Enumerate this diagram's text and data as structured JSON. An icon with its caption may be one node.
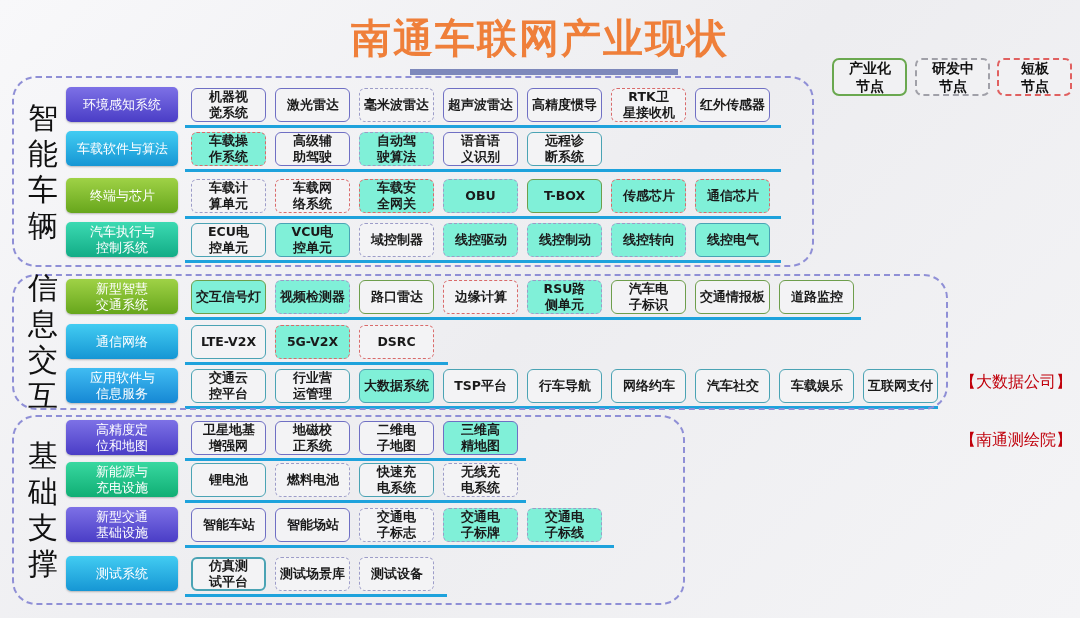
{
  "diagram": {
    "title": "南通车联网产业现状",
    "nodes": [
      {
        "text": [
          "智能车辆"
        ]
      },
      {
        "text": [
          "环境感知系统"
        ],
        "in": 0
      },
      {
        "text": [
          "机器视觉系统"
        ],
        "in": 0
      },
      {
        "text": [
          "激光雷达"
        ],
        "in": 0
      },
      {
        "text": [
          "毫米波雷达"
        ],
        "in": 0
      },
      {
        "text": [
          "超声波雷达"
        ],
        "in": 0
      },
      {
        "text": [
          "高精度惯导"
        ],
        "in": 0
      },
      {
        "text": [
          "RTK卫星接收机"
        ],
        "in": 0
      },
      {
        "text": [
          "红外传感器"
        ],
        "in": 0
      },
      {
        "text": [
          "车载软件与算法"
        ],
        "in": 0
      },
      {
        "text": [
          "车载操作系统"
        ],
        "in": 0
      },
      {
        "text": [
          "高级辅助驾驶"
        ],
        "in": 0
      },
      {
        "text": [
          "自动驾驶算法"
        ],
        "in": 0
      },
      {
        "text": [
          "语音语义识别"
        ],
        "in": 0
      },
      {
        "text": [
          "远程诊断系统"
        ],
        "in": 0
      },
      {
        "text": [
          "终端与芯片"
        ],
        "in": 0
      },
      {
        "text": [
          "车载计算单元"
        ],
        "in": 0
      },
      {
        "text": [
          "车载网络系统"
        ],
        "in": 0
      },
      {
        "text": [
          "车载安全网关"
        ],
        "in": 0
      },
      {
        "text": [
          "OBU"
        ],
        "in": 0
      },
      {
        "text": [
          "T-BOX"
        ],
        "in": 0
      },
      {
        "text": [
          "传感芯片"
        ],
        "in": 0
      },
      {
        "text": [
          "通信芯片"
        ],
        "in": 0
      },
      {
        "text": [
          "汽车执行与控制系统"
        ],
        "in": 0
      },
      {
        "text": [
          "ECU电控单元"
        ],
        "in": 0
      },
      {
        "text": [
          "VCU电控单元"
        ],
        "in": 0
      },
      {
        "text": [
          "域控制器"
        ],
        "in": 0
      },
      {
        "text": [
          "线控驱动"
        ],
        "in": 0
      },
      {
        "text": [
          "线控制动"
        ],
        "in": 0
      },
      {
        "text": [
          "线控转向"
        ],
        "in": 0
      },
      {
        "text": [
          "线控电气"
        ],
        "in": 0
      },
      {
        "text": [
          "信息交互"
        ]
      },
      {
        "text": [
          "新型智慧交通系统"
        ],
        "in": 31
      },
      {
        "text": [
          "交互信号灯"
        ],
        "in": 31
      },
      {
        "text": [
          "视频检测器"
        ],
        "in": 31
      },
      {
        "text": [
          "路口雷达"
        ],
        "in": 31
      },
      {
        "text": [
          "边缘计算"
        ],
        "in": 31
      },
      {
        "text": [
          "RSU路侧单元"
        ],
        "in": 31
      },
      {
        "text": [
          "汽车电子标识"
        ],
        "in": 31
      },
      {
        "text": [
          "交通情报板"
        ],
        "in": 31
      },
      {
        "text": [
          "道路监控"
        ],
        "in": 31
      },
      {
        "text": [
          "通信网络"
        ],
        "in": 31
      },
      {
        "text": [
          "LTE-V2X"
        ],
        "in": 31
      },
      {
        "text": [
          "5G-V2X"
        ],
        "in": 31
      },
      {
        "text": [
          "DSRC"
        ],
        "in": 31
      },
      {
        "text": [
          "应用软件与信息服务"
        ],
        "in": 31
      },
      {
        "text": [
          "交通云控平台"
        ],
        "in": 31
      },
      {
        "text": [
          "行业营运管理"
        ],
        "in": 31
      },
      {
        "text": [
          "大数据系统"
        ],
        "in": 31
      },
      {
        "text": [
          "TSP平台"
        ],
        "in": 31
      },
      {
        "text": [
          "行车导航"
        ],
        "in": 31
      },
      {
        "text": [
          "网络约车"
        ],
        "in": 31
      },
      {
        "text": [
          "汽车社交"
        ],
        "in": 31
      },
      {
        "text": [
          "车载娱乐"
        ],
        "in": 31
      },
      {
        "text": [
          "互联网支付"
        ],
        "in": 31
      },
      {
        "text": [
          "基础支撑"
        ]
      },
      {
        "text": [
          "高精度定位和地图"
        ],
        "in": 55
      },
      {
        "text": [
          "卫星地基增强网"
        ],
        "in": 55
      },
      {
        "text": [
          "地磁校正系统"
        ],
        "in": 55
      },
      {
        "text": [
          "二维电子地图"
        ],
        "in": 55
      },
      {
        "text": [
          "三维高精地图"
        ],
        "in": 55
      },
      {
        "text": [
          "新能源与充电设施"
        ],
        "in": 55
      },
      {
        "text": [
          "锂电池"
        ],
        "in": 55
      },
      {
        "text": [
          "燃料电池"
        ],
        "in": 55
      },
      {
        "text": [
          "快速充电系统"
        ],
        "in": 55
      },
      {
        "text": [
          "无线充电系统"
        ],
        "in": 55
      },
      {
        "text": [
          "新型交通基础设施"
        ],
        "in": 55
      },
      {
        "text": [
          "智能车站"
        ],
        "in": 55
      },
      {
        "text": [
          "智能场站"
        ],
        "in": 55
      },
      {
        "text": [
          "交通电子标志"
        ],
        "in": 55
      },
      {
        "text": [
          "交通电子标牌"
        ],
        "in": 55
      },
      {
        "text": [
          "交通电子标线"
        ],
        "in": 55
      },
      {
        "text": [
          "测试系统"
        ],
        "in": 55
      },
      {
        "text": [
          "仿真测试平台"
        ],
        "in": 55
      },
      {
        "text": [
          "测试场景库"
        ],
        "in": 55
      },
      {
        "text": [
          "测试设备"
        ],
        "in": 55
      }
    ],
    "labels": [
      "【大数据公司】",
      "【南通测绘院】"
    ],
    "legend": [
      {
        "text": "产业化节点"
      },
      {
        "text": "研发中节点"
      },
      {
        "text": "短板节点"
      }
    ]
  }
}
